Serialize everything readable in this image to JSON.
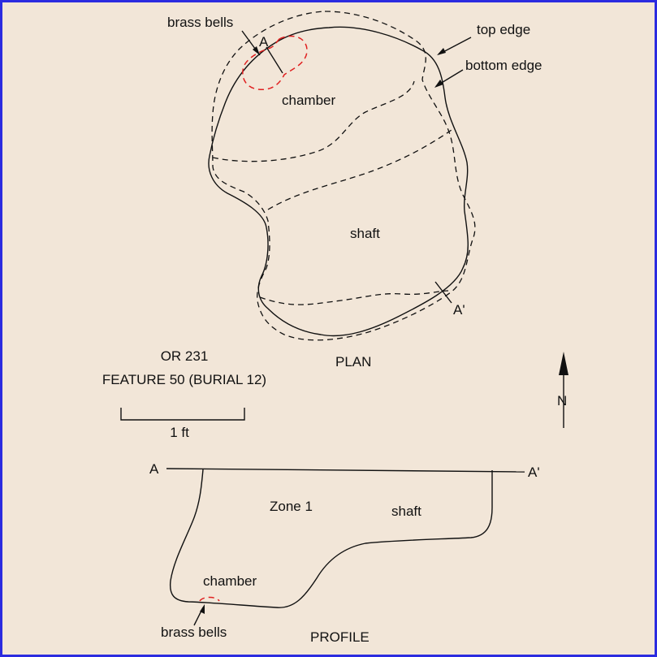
{
  "labels": {
    "brass_bells_plan": "brass bells",
    "section_a_plan": "A",
    "chamber_plan": "chamber",
    "top_edge": "top edge",
    "bottom_edge": "bottom edge",
    "shaft_plan": "shaft",
    "section_a_prime_plan": "A'",
    "plan_title": "PLAN",
    "site": "OR 231",
    "feature": "FEATURE 50 (BURIAL 12)",
    "scale": "1 ft",
    "north": "N",
    "section_a_profile": "A",
    "section_a_prime_profile": "A'",
    "zone": "Zone 1",
    "shaft_profile": "shaft",
    "chamber_profile": "chamber",
    "brass_bells_profile": "brass bells",
    "profile_title": "PROFILE"
  },
  "colors": {
    "background": "#f2e6d8",
    "border": "#2b2be0",
    "line": "#111111",
    "brass_bells": "#e02020"
  }
}
